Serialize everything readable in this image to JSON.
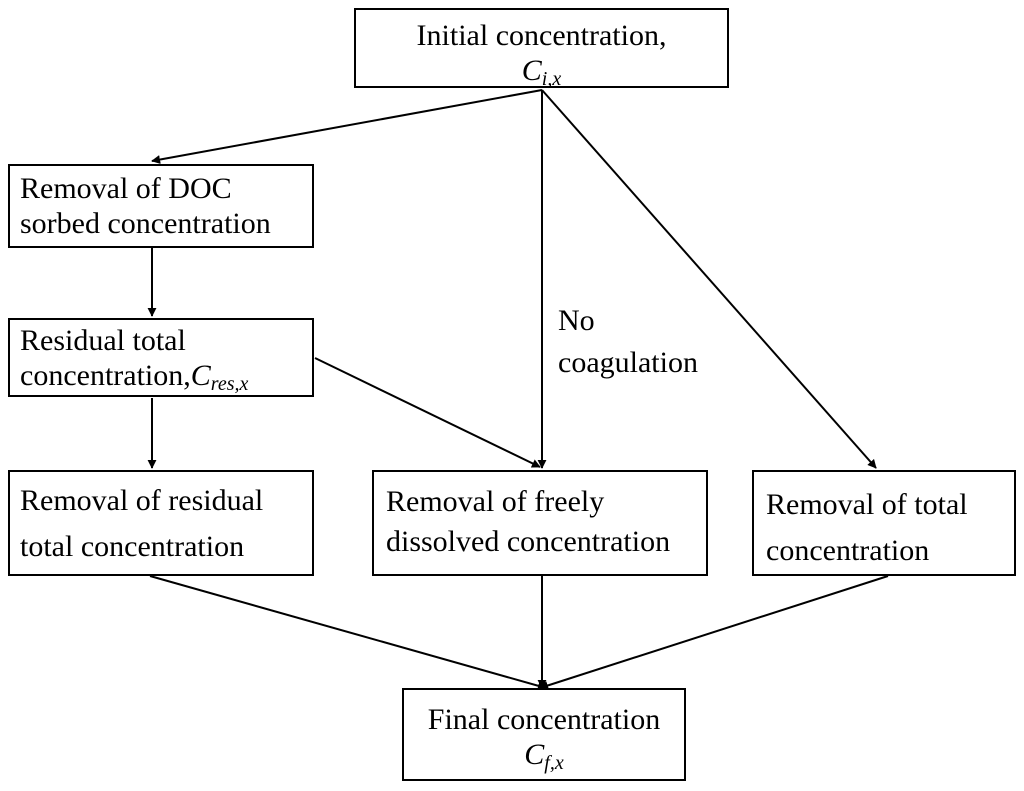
{
  "nodes": {
    "initial": {
      "label": "Initial concentration,",
      "symbol": "C",
      "subscript": "i,x"
    },
    "removal_doc": {
      "line1": "Removal of DOC",
      "line2": "sorbed concentration"
    },
    "residual_total": {
      "line1": "Residual total",
      "line2": "concentration,",
      "symbol": "C",
      "subscript": "res,x"
    },
    "removal_residual": {
      "line1": "Removal of residual",
      "line2": "total concentration"
    },
    "removal_freely": {
      "line1": "Removal of freely",
      "line2": "dissolved concentration"
    },
    "removal_total": {
      "line1": "Removal of total",
      "line2": "concentration"
    },
    "final": {
      "label": "Final concentration",
      "symbol": "C",
      "subscript": "f,x"
    }
  },
  "edge_labels": {
    "no_coagulation_line1": "No",
    "no_coagulation_line2": "coagulation"
  },
  "edges": [
    {
      "from": "initial",
      "to": "removal_doc"
    },
    {
      "from": "initial",
      "to": "removal_freely"
    },
    {
      "from": "initial",
      "to": "removal_total"
    },
    {
      "from": "removal_doc",
      "to": "residual_total"
    },
    {
      "from": "residual_total",
      "to": "removal_residual"
    },
    {
      "from": "residual_total",
      "to": "removal_freely"
    },
    {
      "from": "removal_residual",
      "to": "final"
    },
    {
      "from": "removal_freely",
      "to": "final"
    },
    {
      "from": "removal_total",
      "to": "final"
    }
  ],
  "colors": {
    "stroke": "#000000",
    "fill": "#ffffff"
  }
}
